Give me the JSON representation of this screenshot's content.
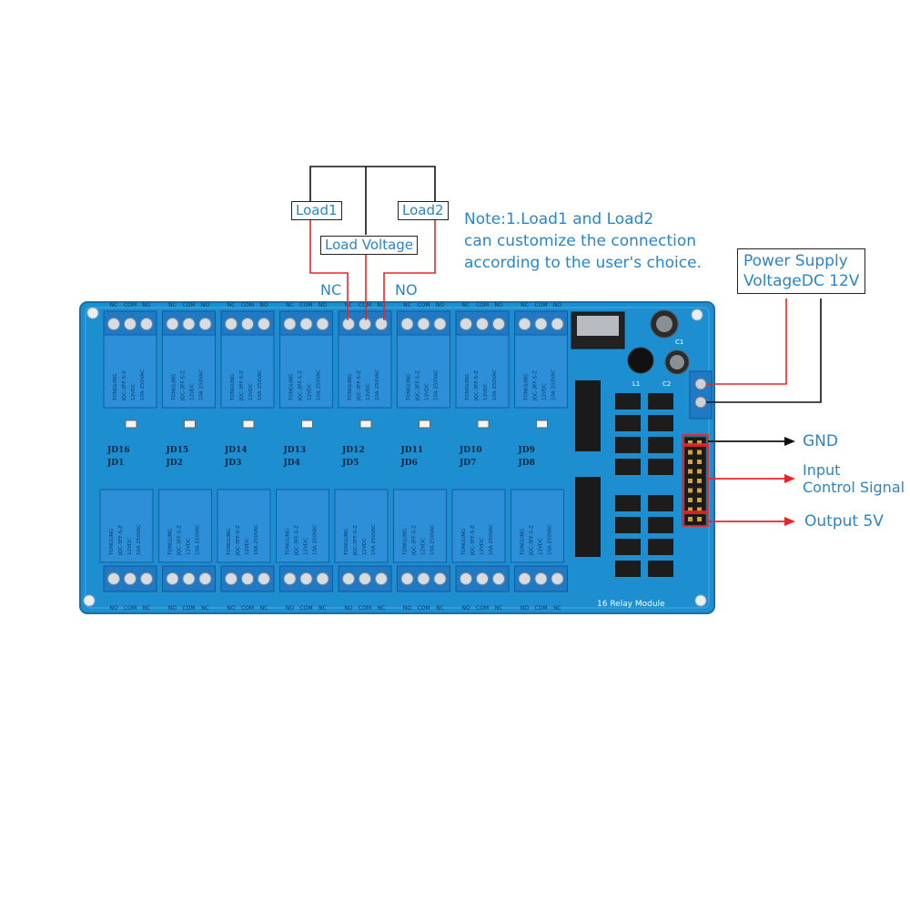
{
  "labels": {
    "load1": "Load1",
    "load2": "Load2",
    "load_voltage": "Load Voltage",
    "nc": "NC",
    "no": "NO",
    "note_line1": "Note:1.Load1 and Load2",
    "note_line2": "can customize the connection",
    "note_line3": "according to the user's choice.",
    "power_line1": "Power Supply",
    "power_line2": "VoltageDC 12V",
    "gnd": "GND",
    "input_line1": "Input",
    "input_line2": "Control Signal",
    "output": "Output 5V"
  },
  "board": {
    "name": "16 Relay Module",
    "top_relays": [
      "JD16",
      "JD15",
      "JD14",
      "JD13",
      "JD12",
      "JD11",
      "JD10",
      "JD9"
    ],
    "bottom_relays": [
      "JD1",
      "JD2",
      "JD3",
      "JD4",
      "JD5",
      "JD6",
      "JD7",
      "JD8"
    ],
    "terminal_top": [
      "NC",
      "COM",
      "NO"
    ],
    "terminal_bottom": [
      "NO",
      "COM",
      "NC"
    ],
    "relay_print": [
      "TONGLING",
      "JQC-3FF-S-Z",
      "12VDC",
      "10A 250VAC"
    ],
    "components": [
      "L1",
      "C1",
      "C2"
    ]
  },
  "colors": {
    "pcb": "#1d8fd0",
    "relay": "#2c8fd8",
    "terminal": "#1f79c4",
    "wire_red": "#e8262a",
    "wire_black": "#111111",
    "text_blue": "#2a85c8"
  }
}
